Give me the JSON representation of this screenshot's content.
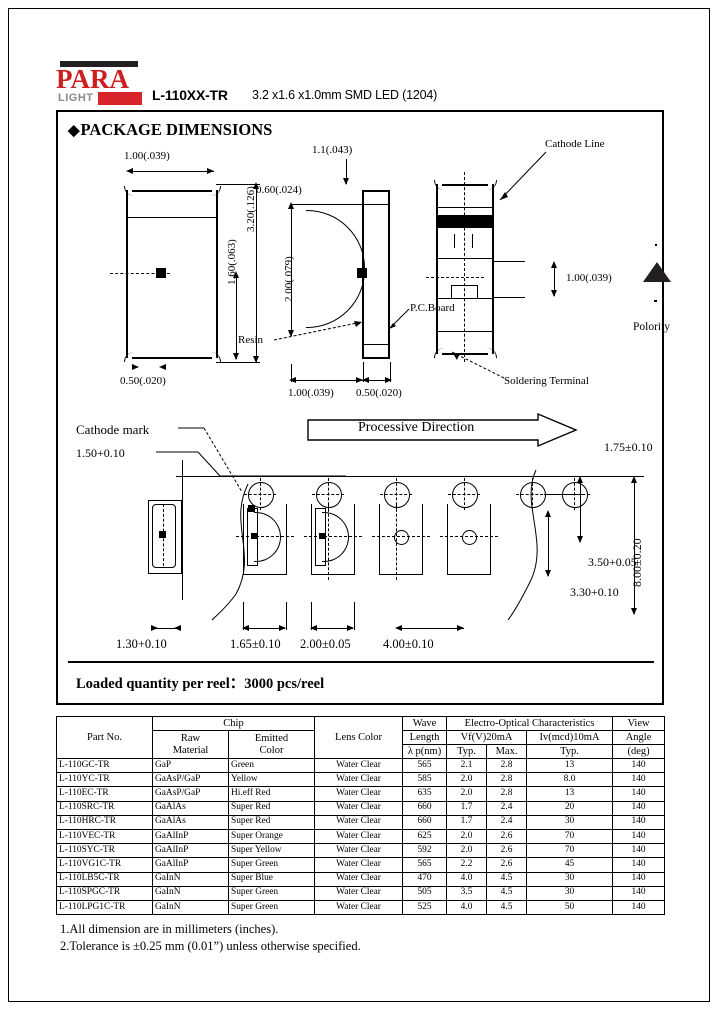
{
  "header": {
    "logo_top": "PARA",
    "logo_bottom": "LIGHT",
    "part_number": "L-110XX-TR",
    "description": "3.2 x1.6 x1.0mm SMD LED (1204)",
    "brand_red": "#d8232a",
    "brand_gray": "#8a8a8a"
  },
  "section": {
    "title": "PACKAGE DIMENSIONS",
    "bullet": "◆"
  },
  "drawing": {
    "front_view": {
      "width_top": "1.00(.039)",
      "height_total": "3.20(.126)",
      "height_inner": "1.60(.063)",
      "pad_bottom": "0.50(.020)"
    },
    "side_view": {
      "top_dim": "1.1(.043)",
      "lens_offset": "0.60(.024)",
      "lens_height": "2.00(.079)",
      "resin_label": "Resin",
      "pcb_label": "P.C.Board",
      "base_width": "1.00(.039)",
      "pcb_thickness": "0.50(.020)"
    },
    "top_view": {
      "cathode_line_label": "Cathode Line",
      "pad_dim": "1.00(.039)",
      "soldering_terminal_label": "Soldering Terminal",
      "polarity_label": "Polority"
    }
  },
  "tape": {
    "cathode_mark_label": "Cathode mark",
    "direction_label": "Processive Direction",
    "dim_pocket_width": "1.50+0.10",
    "dim_tape_edge": "1.30+0.10",
    "dim_pocket_1": "1.65±0.10",
    "dim_pocket_2": "2.00±0.05",
    "dim_pitch": "4.00±0.10",
    "dim_edge_top": "1.75±0.10",
    "dim_center_hole": "3.50+0.05",
    "dim_pocket_center": "3.30+0.10",
    "dim_tape_width": "8.00±0.20"
  },
  "loaded_quantity": "Loaded quantity per reel：3000 pcs/reel",
  "table": {
    "headers": {
      "part_no": "Part No.",
      "chip": "Chip",
      "raw_material": "Raw\nMaterial",
      "raw_material_l1": "Raw",
      "raw_material_l2": "Material",
      "emitted_color_l1": "Emitted",
      "emitted_color_l2": "Color",
      "lens_color": "Lens Color",
      "wave_length_l1": "Wave",
      "wave_length_l2": "Length",
      "wave_length_l3": "λ p(nm)",
      "electro_optical": "Electro-Optical Characteristics",
      "vf": "Vf(V)20mA",
      "iv": "Iv(mcd)10mA",
      "typ": "Typ.",
      "max": "Max.",
      "iv_typ": "Typ.",
      "view_angle_l1": "View",
      "view_angle_l2": "Angle",
      "view_angle_l3": "(deg)"
    },
    "rows": [
      {
        "part": "L-110GC-TR",
        "raw": "GaP",
        "emit": "Green",
        "lens": "Water Clear",
        "wl": "565",
        "vf_typ": "2.1",
        "vf_max": "2.8",
        "iv_typ": "13",
        "angle": "140"
      },
      {
        "part": "L-110YC-TR",
        "raw": "GaAsP/GaP",
        "emit": "Yellow",
        "lens": "Water Clear",
        "wl": "585",
        "vf_typ": "2.0",
        "vf_max": "2.8",
        "iv_typ": "8.0",
        "angle": "140"
      },
      {
        "part": "L-110EC-TR",
        "raw": "GaAsP/GaP",
        "emit": "Hi.eff Red",
        "lens": "Water Clear",
        "wl": "635",
        "vf_typ": "2.0",
        "vf_max": "2.8",
        "iv_typ": "13",
        "angle": "140"
      },
      {
        "part": "L-110SRC-TR",
        "raw": "GaAlAs",
        "emit": "Super Red",
        "lens": "Water Clear",
        "wl": "660",
        "vf_typ": "1.7",
        "vf_max": "2.4",
        "iv_typ": "20",
        "angle": "140"
      },
      {
        "part": "L-110HRC-TR",
        "raw": "GaAlAs",
        "emit": "Super Red",
        "lens": "Water Clear",
        "wl": "660",
        "vf_typ": "1.7",
        "vf_max": "2.4",
        "iv_typ": "30",
        "angle": "140"
      },
      {
        "part": "L-110VEC-TR",
        "raw": "GaAlInP",
        "emit": "Super Orange",
        "lens": "Water Clear",
        "wl": "625",
        "vf_typ": "2.0",
        "vf_max": "2.6",
        "iv_typ": "70",
        "angle": "140"
      },
      {
        "part": "L-110SYC-TR",
        "raw": "GaAlInP",
        "emit": "Super Yellow",
        "lens": "Water Clear",
        "wl": "592",
        "vf_typ": "2.0",
        "vf_max": "2.6",
        "iv_typ": "70",
        "angle": "140"
      },
      {
        "part": "L-110VG1C-TR",
        "raw": "GaAlInP",
        "emit": "Super Green",
        "lens": "Water Clear",
        "wl": "565",
        "vf_typ": "2.2",
        "vf_max": "2.6",
        "iv_typ": "45",
        "angle": "140"
      },
      {
        "part": "L-110LB5C-TR",
        "raw": "GaInN",
        "emit": "Super Blue",
        "lens": "Water Clear",
        "wl": "470",
        "vf_typ": "4.0",
        "vf_max": "4.5",
        "iv_typ": "30",
        "angle": "140"
      },
      {
        "part": "L-110SPGC-TR",
        "raw": "GaInN",
        "emit": "Super Green",
        "lens": "Water Clear",
        "wl": "505",
        "vf_typ": "3.5",
        "vf_max": "4.5",
        "iv_typ": "30",
        "angle": "140"
      },
      {
        "part": "L-110LPG1C-TR",
        "raw": "GaInN",
        "emit": "Super Green",
        "lens": "Water Clear",
        "wl": "525",
        "vf_typ": "4.0",
        "vf_max": "4.5",
        "iv_typ": "50",
        "angle": "140"
      }
    ]
  },
  "notes": [
    "1.All dimension are in millimeters (inches).",
    "2.Tolerance is  ±0.25 mm (0.01”) unless otherwise specified."
  ]
}
